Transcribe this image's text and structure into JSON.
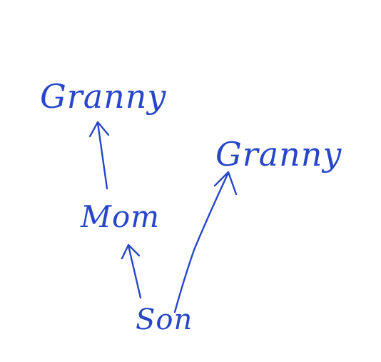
{
  "diagram": {
    "ink_color": "#2746c8",
    "nodes": {
      "granny_left": "Granny",
      "granny_right": "Granny",
      "mom": "Mom",
      "son": "Son"
    },
    "edges": [
      {
        "from": "mom",
        "to": "granny_left"
      },
      {
        "from": "son",
        "to": "mom"
      },
      {
        "from": "son",
        "to": "granny_right"
      }
    ]
  }
}
